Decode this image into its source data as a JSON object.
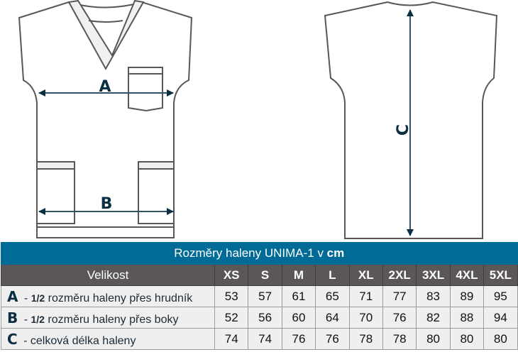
{
  "diagram": {
    "label_a": "A",
    "label_b": "B",
    "label_c": "C"
  },
  "table": {
    "title_prefix": "Rozměry haleny UNIMA-1 v ",
    "title_unit": "cm",
    "size_label": "Velikost",
    "sizes": [
      "XS",
      "S",
      "M",
      "L",
      "XL",
      "2XL",
      "3XL",
      "4XL",
      "5XL"
    ],
    "rows": [
      {
        "letter": "A",
        "fraction": "1/2",
        "desc": "rozměru haleny přes hrudník",
        "values": [
          "53",
          "57",
          "61",
          "65",
          "71",
          "77",
          "83",
          "89",
          "95"
        ]
      },
      {
        "letter": "B",
        "fraction": "1/2",
        "desc": "rozměru haleny přes boky",
        "values": [
          "52",
          "56",
          "60",
          "64",
          "70",
          "76",
          "82",
          "88",
          "94"
        ]
      },
      {
        "letter": "C",
        "fraction": "",
        "desc": "celková délka haleny",
        "values": [
          "74",
          "74",
          "76",
          "76",
          "78",
          "78",
          "80",
          "80",
          "80"
        ]
      }
    ]
  },
  "colors": {
    "title_bg": "#006b96",
    "header_bg": "#5b5757",
    "row_bg": "#efefef",
    "arrow": "#0b2f42"
  }
}
